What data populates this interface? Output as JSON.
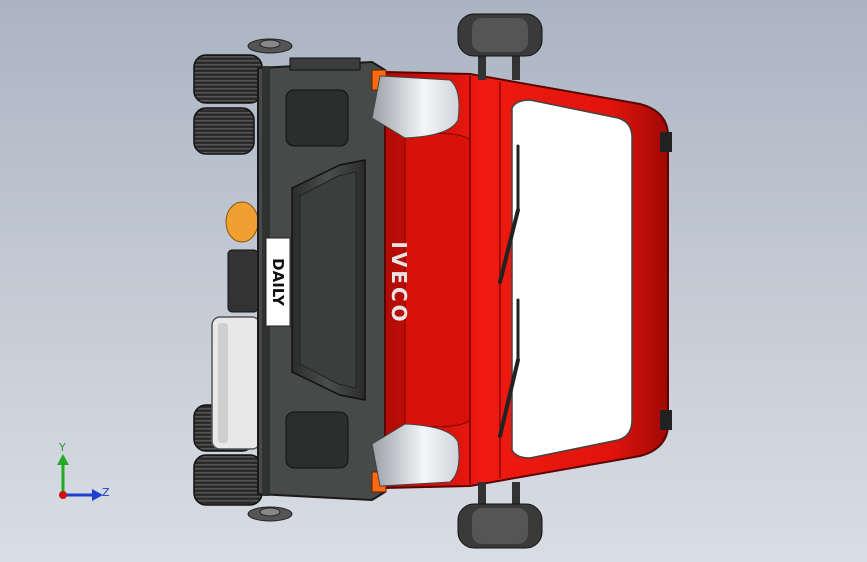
{
  "model": {
    "badge_text": "DAILY",
    "brand_text": "IVECO",
    "colors": {
      "body": "#e8140c",
      "body_dark": "#a80804",
      "cab_front": "#3f4240",
      "glass": "#ffffff",
      "tire": "#2c2c2c",
      "amber": "#f0a030"
    }
  },
  "triad": {
    "y_label": "Y",
    "z_label": "Z",
    "y_color": "#22aa22",
    "z_color": "#1f3fd0",
    "origin_color": "#d01010"
  }
}
